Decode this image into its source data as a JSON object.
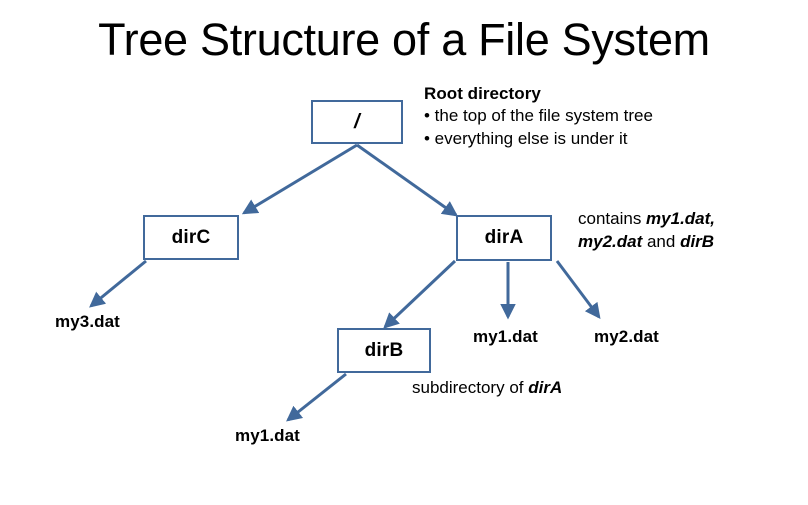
{
  "slide": {
    "title": "Tree Structure of a File System",
    "accent_color": "#41699B",
    "background_color": "#FFFFFF",
    "text_color": "#000000"
  },
  "nodes": {
    "root": {
      "label": "/"
    },
    "dirC": {
      "label": "dirC"
    },
    "dirA": {
      "label": "dirA"
    },
    "dirB": {
      "label": "dirB"
    }
  },
  "leaves": {
    "my3": {
      "label": "my3.dat"
    },
    "my1_under_dirA": {
      "label": "my1.dat"
    },
    "my2_under_dirA": {
      "label": "my2.dat"
    },
    "my1_under_dirB": {
      "label": "my1.dat"
    }
  },
  "annotations": {
    "root_note": {
      "heading": "Root directory",
      "bullet1": "• the top of the file system tree",
      "bullet2": "• everything else is under it"
    },
    "dirA_note": {
      "line1_prefix": "contains ",
      "line1_em": "my1.dat,",
      "line2_em1": "my2.dat",
      "line2_mid": " and ",
      "line2_em2": "dirB"
    },
    "dirB_note": {
      "prefix": "subdirectory of ",
      "em": "dirA"
    }
  },
  "edges": [
    {
      "name": "root-to-dirC",
      "from": "root",
      "to": "dirC"
    },
    {
      "name": "root-to-dirA",
      "from": "root",
      "to": "dirA"
    },
    {
      "name": "dirC-to-my3",
      "from": "dirC",
      "to": "my3.dat"
    },
    {
      "name": "dirA-to-dirB",
      "from": "dirA",
      "to": "dirB"
    },
    {
      "name": "dirA-to-my1",
      "from": "dirA",
      "to": "my1.dat"
    },
    {
      "name": "dirA-to-my2",
      "from": "dirA",
      "to": "my2.dat"
    },
    {
      "name": "dirB-to-my1",
      "from": "dirB",
      "to": "my1.dat"
    }
  ]
}
